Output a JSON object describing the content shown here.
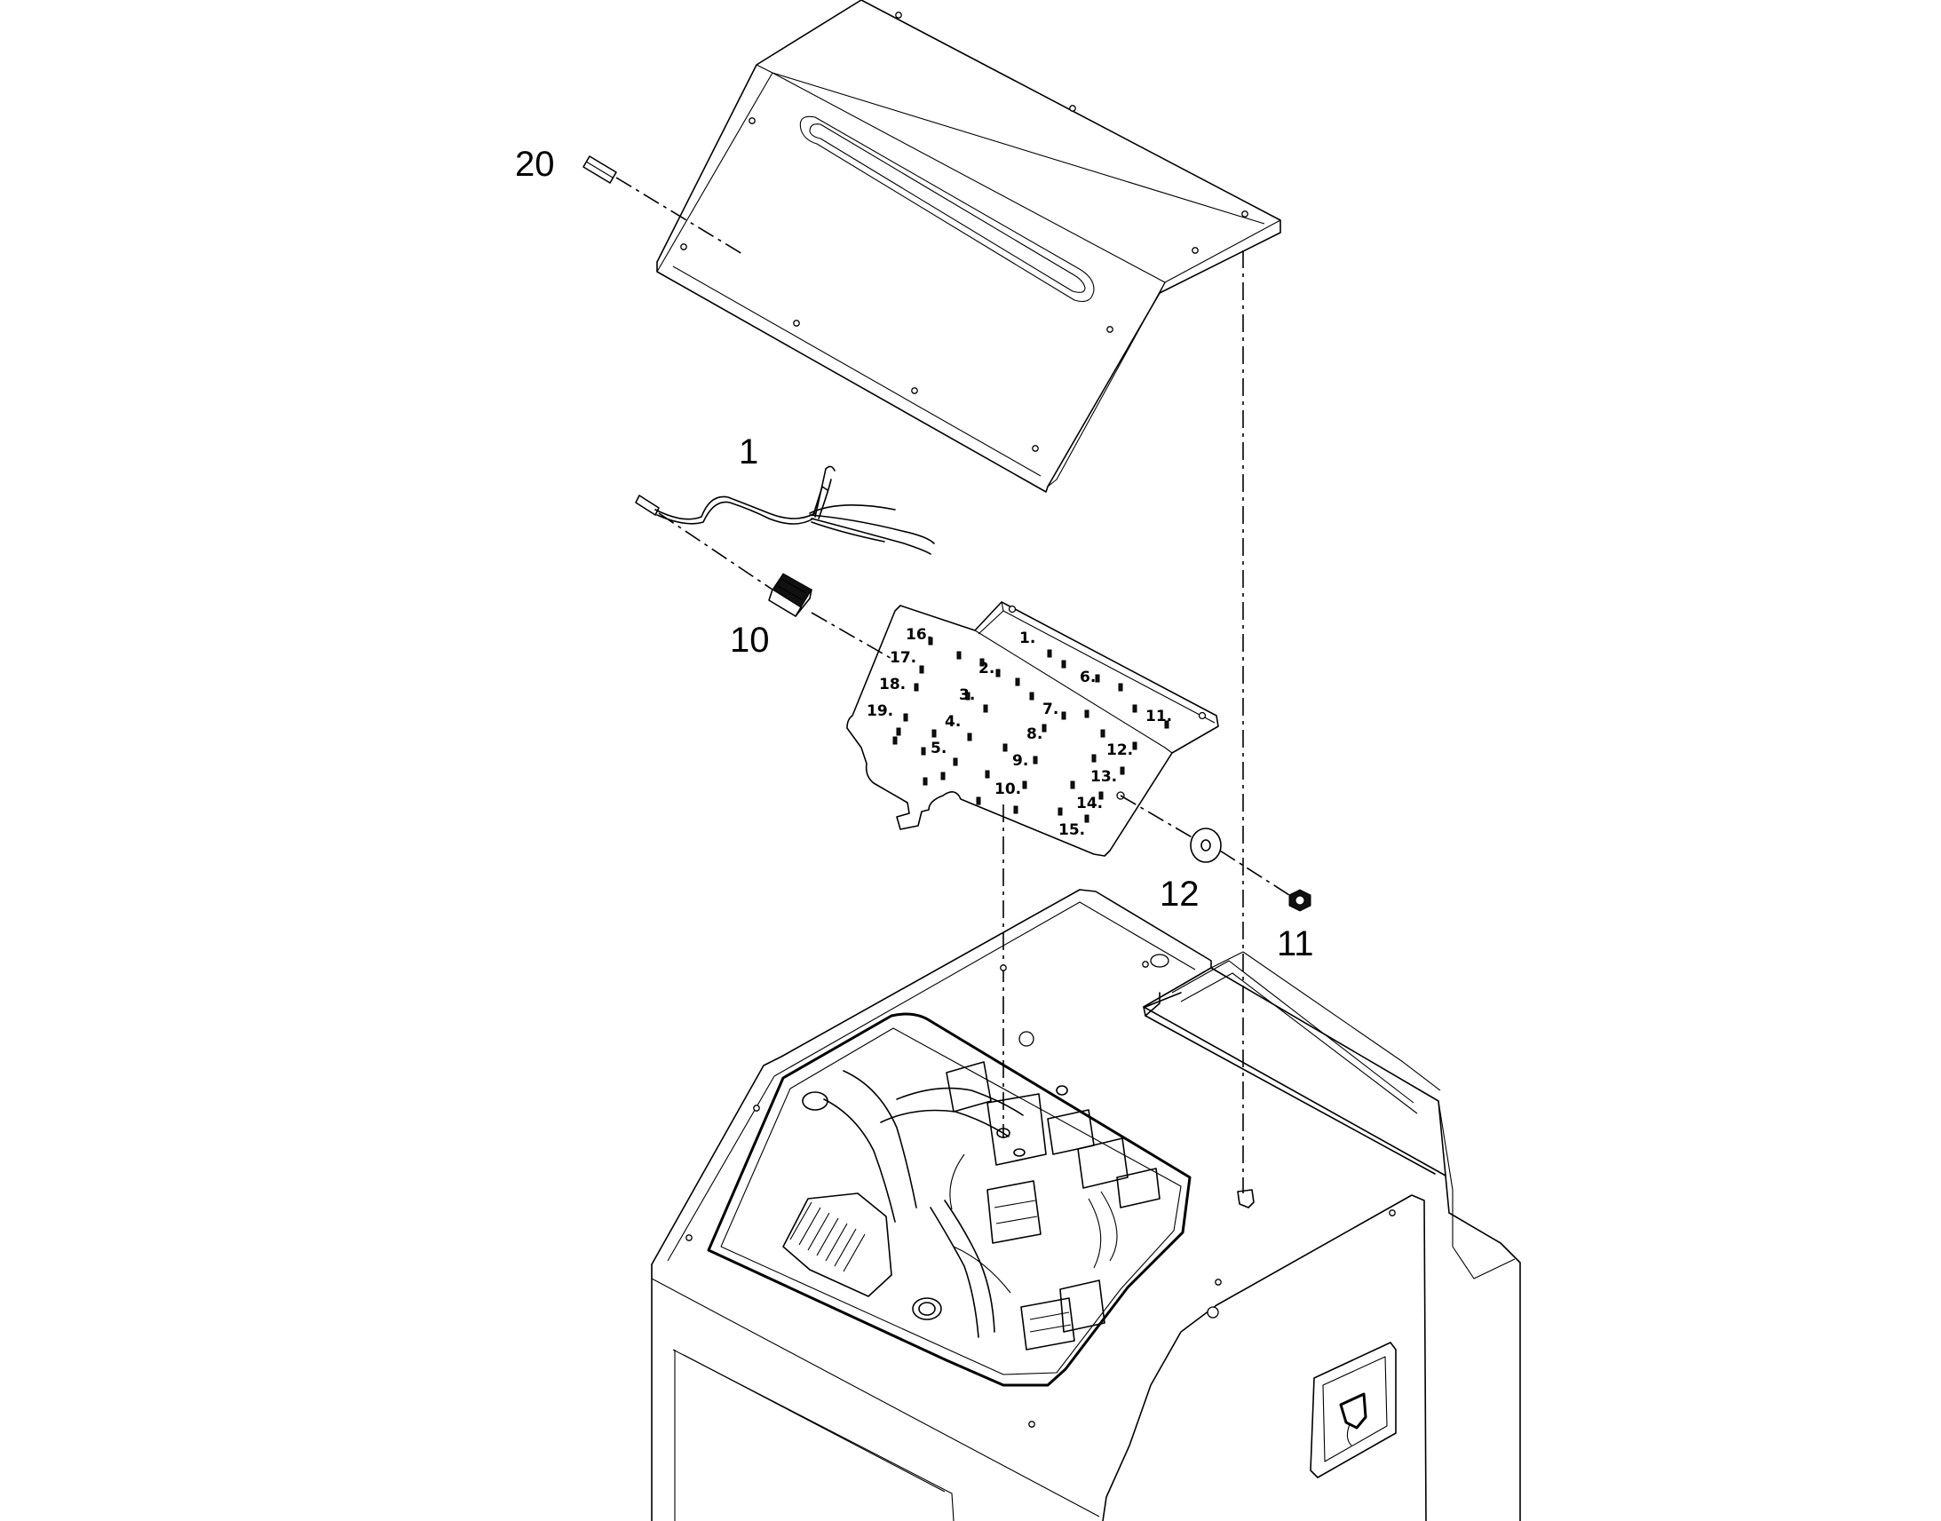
{
  "callouts": {
    "c20": "20",
    "c1": "1",
    "c10": "10",
    "c12": "12",
    "c11": "11"
  },
  "bracket_pin_labels": {
    "p16a": "16.",
    "p17": "17.",
    "p18a": "18.",
    "p19": "19.",
    "p1": "1.",
    "p2": "2.",
    "p3": "3.",
    "p4": "4.",
    "p5": "5.",
    "p6": "6.",
    "p7": "7.",
    "p8": "8.",
    "p9": "9.",
    "p10": "10.",
    "p11": "11.",
    "p12": "12.",
    "p13": "13.",
    "p14": "14.",
    "p15": "15."
  },
  "colors": {
    "line": "#000000",
    "background": "#ffffff"
  }
}
